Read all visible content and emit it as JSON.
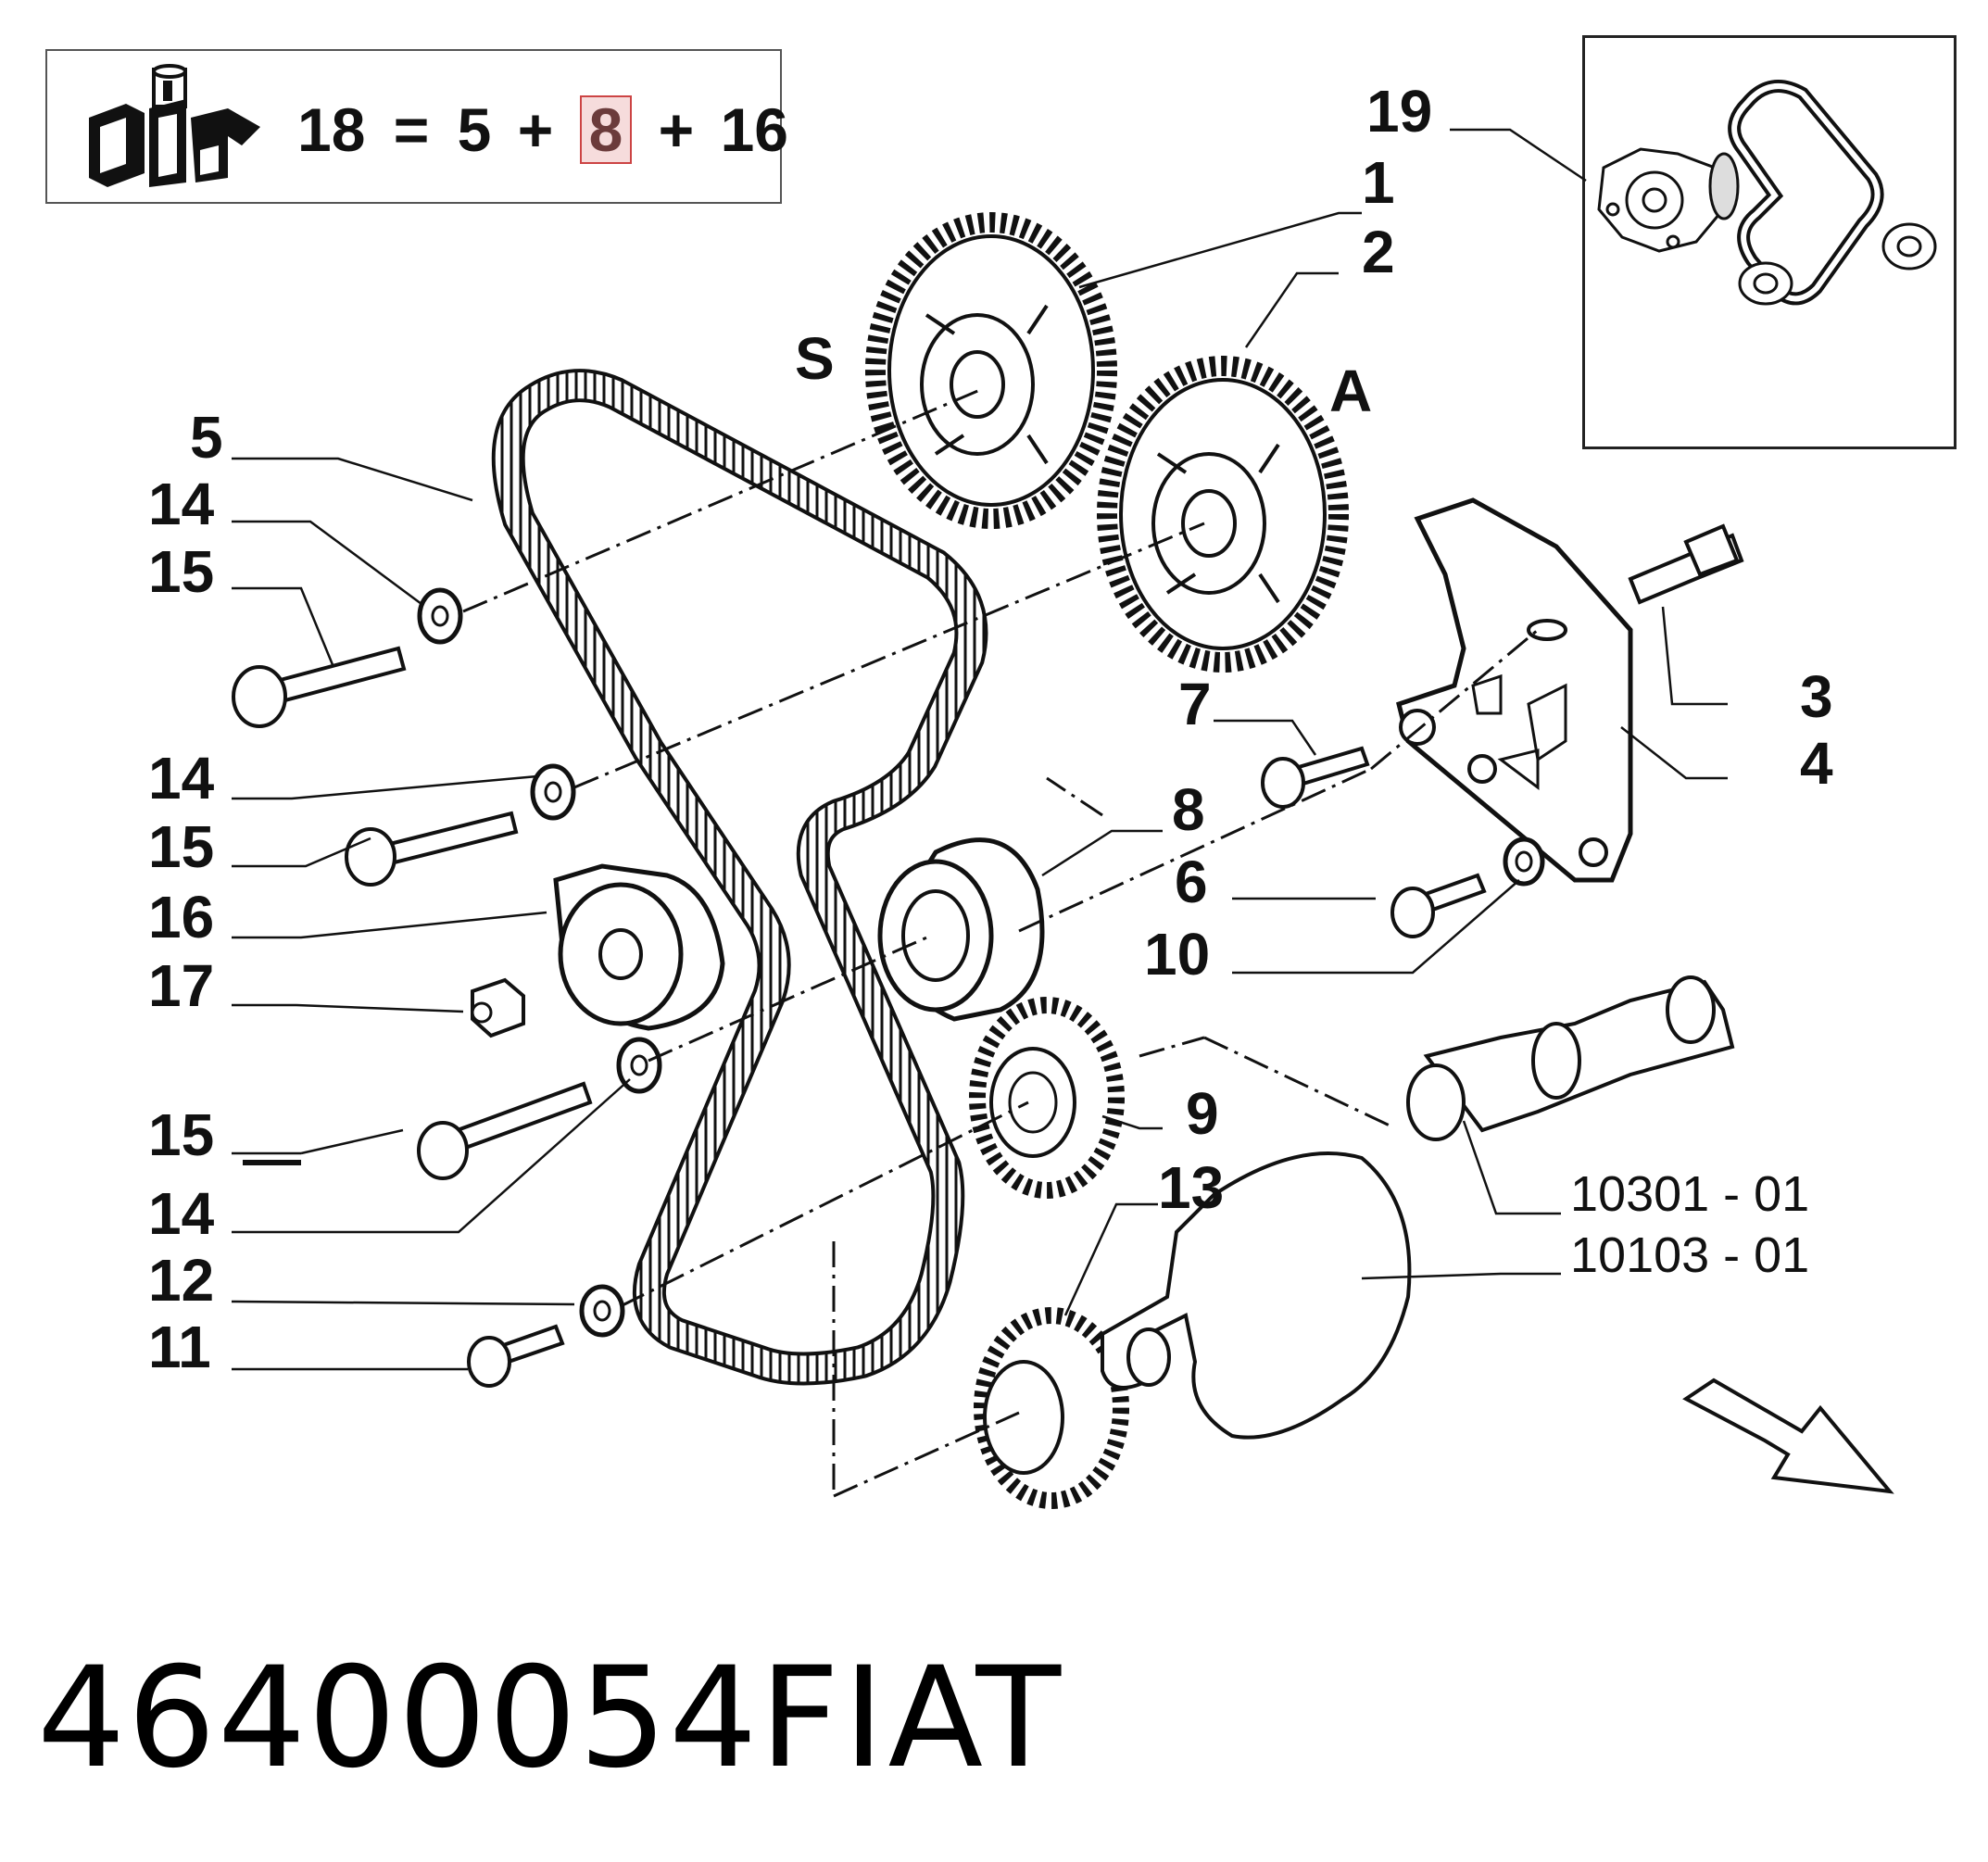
{
  "kit": {
    "result": "18",
    "equals": "=",
    "part_a": "5",
    "plus1": "+",
    "part_b": "8",
    "plus2": "+",
    "part_c": "16"
  },
  "callouts": {
    "c19": "19",
    "c1": "1",
    "c2": "2",
    "cS": "S",
    "cA": "A",
    "c5": "5",
    "c14a": "14",
    "c15a": "15",
    "c3": "3",
    "c7": "7",
    "c4": "4",
    "c14b": "14",
    "c8": "8",
    "c15b": "15",
    "c6": "6",
    "c16": "16",
    "c10": "10",
    "c17": "17",
    "c9": "9",
    "c15c": "15",
    "c13": "13",
    "c14c": "14",
    "c12": "12",
    "c11": "11"
  },
  "codes": {
    "camshaft": "10301 - 01",
    "crankshaft": "10103 - 01"
  },
  "footer": {
    "part_number": "46400054",
    "brand": "FIAT"
  },
  "colors": {
    "line": "#111111",
    "highlight_border": "#cc4444",
    "highlight_fill": "#f6dcdc"
  }
}
